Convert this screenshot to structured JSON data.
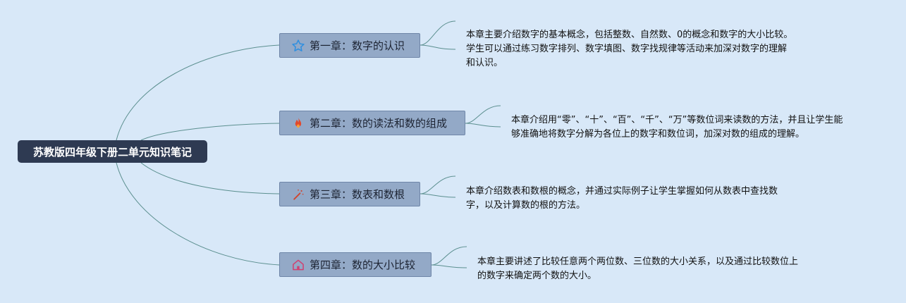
{
  "root": {
    "title": "苏教版四年级下册二单元知识笔记"
  },
  "chapters": [
    {
      "title": "第一章：数字的认识",
      "icon": "star-icon",
      "note": [
        "本章主要介绍数字的基本概念，包括整数、自然数、0的概念和数字的大小比较。",
        "学生可以通过练习数字排列、数字填图、数字找规律等活动来加深对数字的理解",
        "和认识。"
      ]
    },
    {
      "title": "第二章：数的读法和数的组成",
      "icon": "fire-icon",
      "note": [
        "本章介绍用“零”、“十”、“百”、“千”、“万”等数位词来读数的方法，并且让学生能",
        "够准确地将数字分解为各位上的数字和数位词，加深对数的组成的理解。"
      ]
    },
    {
      "title": "第三章：数表和数根",
      "icon": "magic-wand-icon",
      "note": [
        "本章介绍数表和数根的概念，并通过实际例子让学生掌握如何从数表中查找数",
        "字，以及计算数的根的方法。"
      ]
    },
    {
      "title": "第四章：数的大小比较",
      "icon": "house-icon",
      "note": [
        "本章主要讲述了比较任意两个两位数、三位数的大小关系，以及通过比较数位上",
        "的数字来确定两个数的大小。"
      ]
    }
  ],
  "colors": {
    "background": "#d8e8f8",
    "root": "#2e3a52",
    "chapter": "#93a9c7",
    "line": "#5b8f8f",
    "star": "#2f8fe0",
    "fire": "#e2482c",
    "wand": "#d0452d",
    "house": "#d04070"
  }
}
